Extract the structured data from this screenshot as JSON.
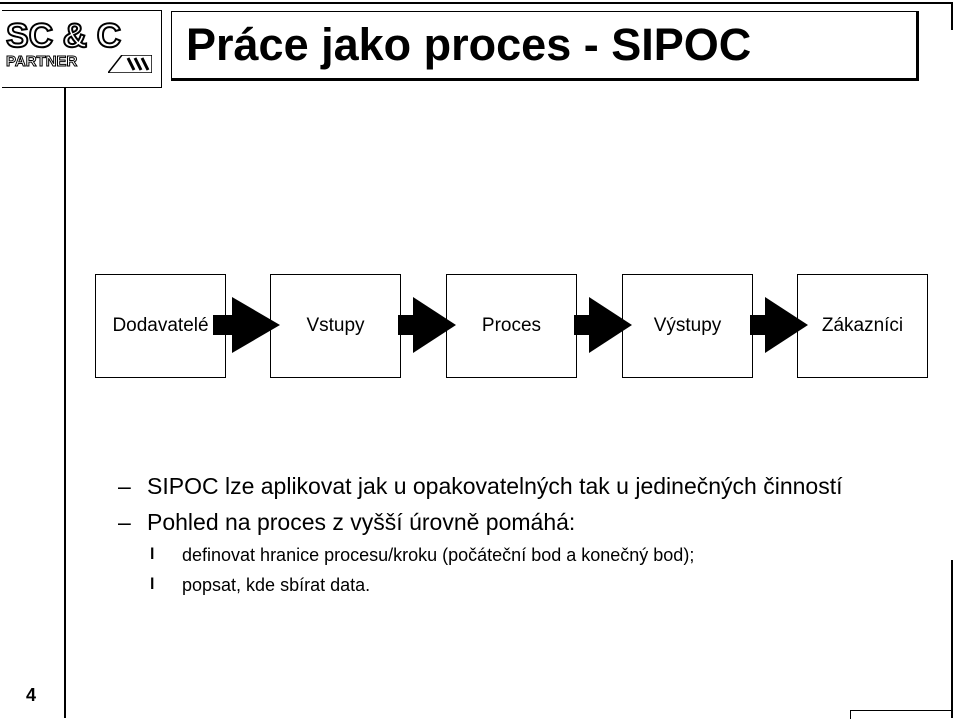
{
  "logo": {
    "line1": "SC & C",
    "line2": "PARTNER"
  },
  "title": "Práce jako proces - SIPOC",
  "diagram": {
    "boxes": [
      "Dodavatelé",
      "Vstupy",
      "Proces",
      "Výstupy",
      "Zákazníci"
    ]
  },
  "bullets": [
    {
      "text": "SIPOC lze aplikovat jak u opakovatelných tak u jedinečných činností"
    },
    {
      "text": "Pohled na proces z vyšší úrovně pomáhá:"
    }
  ],
  "sub_bullets": [
    {
      "text": "definovat hranice procesu/kroku  (počáteční bod a konečný bod);"
    },
    {
      "text": "popsat, kde sbírat data."
    }
  ],
  "markers": {
    "dash": "–",
    "sub": "l"
  },
  "page_number": "4"
}
